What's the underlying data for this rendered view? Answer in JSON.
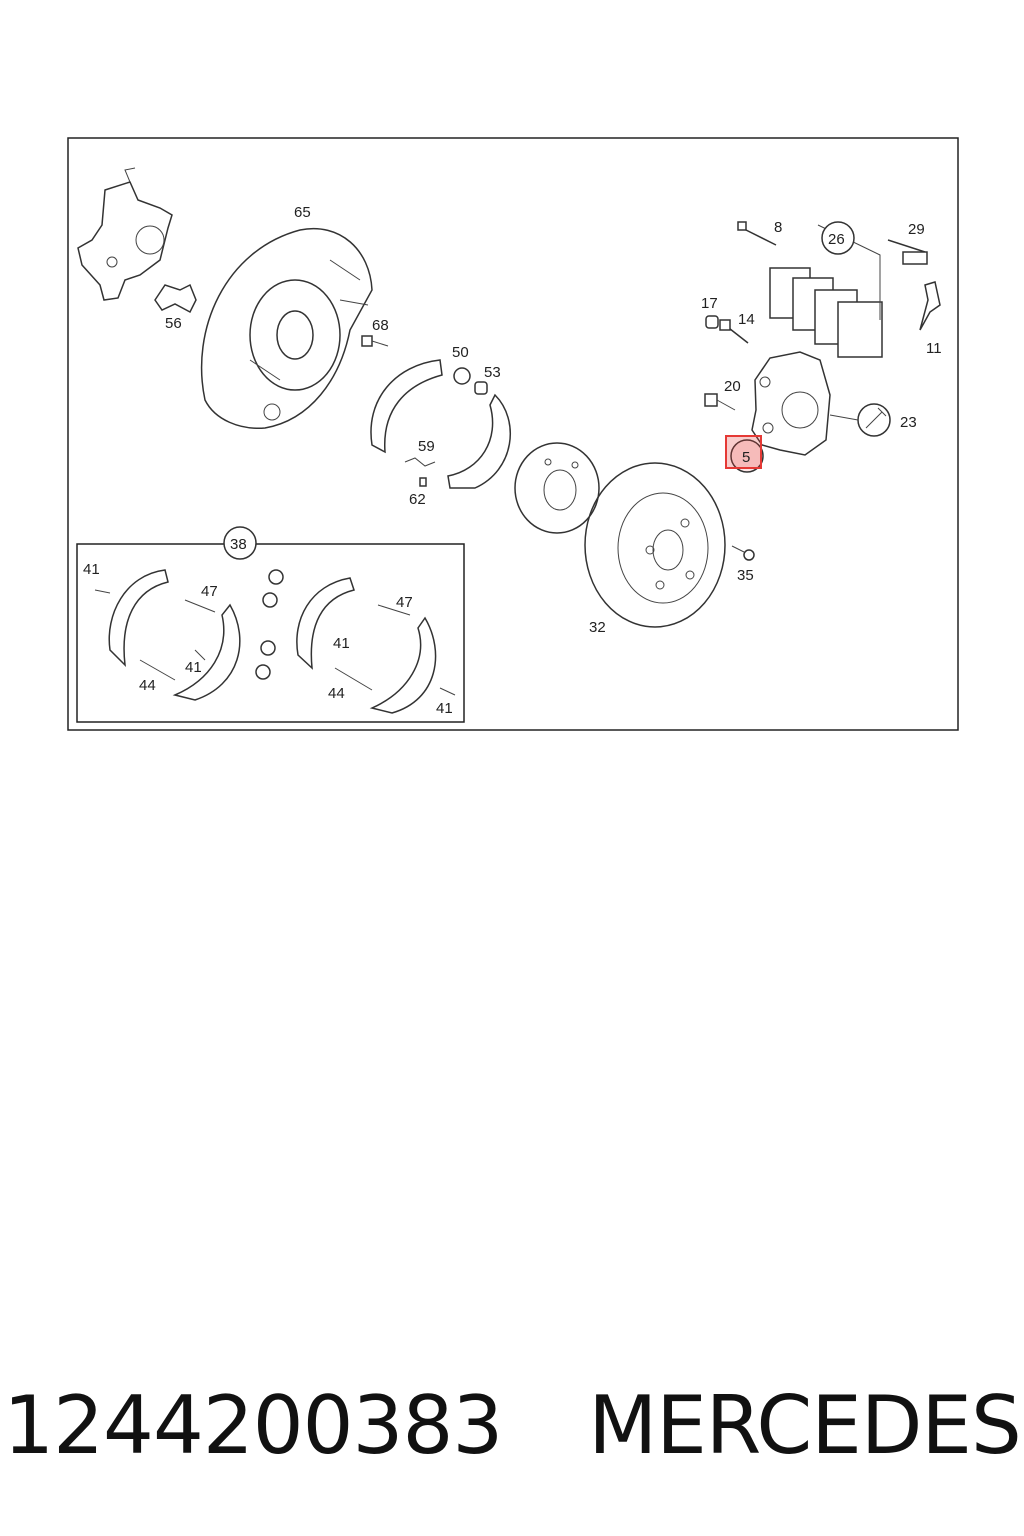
{
  "diagram": {
    "labels": {
      "p65": "65",
      "p56": "56",
      "p68": "68",
      "p50": "50",
      "p53": "53",
      "p59": "59",
      "p62": "62",
      "p8": "8",
      "p26": "26",
      "p29": "29",
      "p17": "17",
      "p14": "14",
      "p11": "11",
      "p20": "20",
      "p23": "23",
      "p5": "5",
      "p35": "35",
      "p32": "32",
      "p38": "38",
      "p41a": "41",
      "p47a": "47",
      "p41b": "41",
      "p44a": "44",
      "p47b": "47",
      "p41c": "41",
      "p44b": "44",
      "p41d": "41"
    },
    "highlight_color": "#e53935"
  },
  "caption": {
    "part_number": "1244200383",
    "brand": "MERCEDES"
  }
}
